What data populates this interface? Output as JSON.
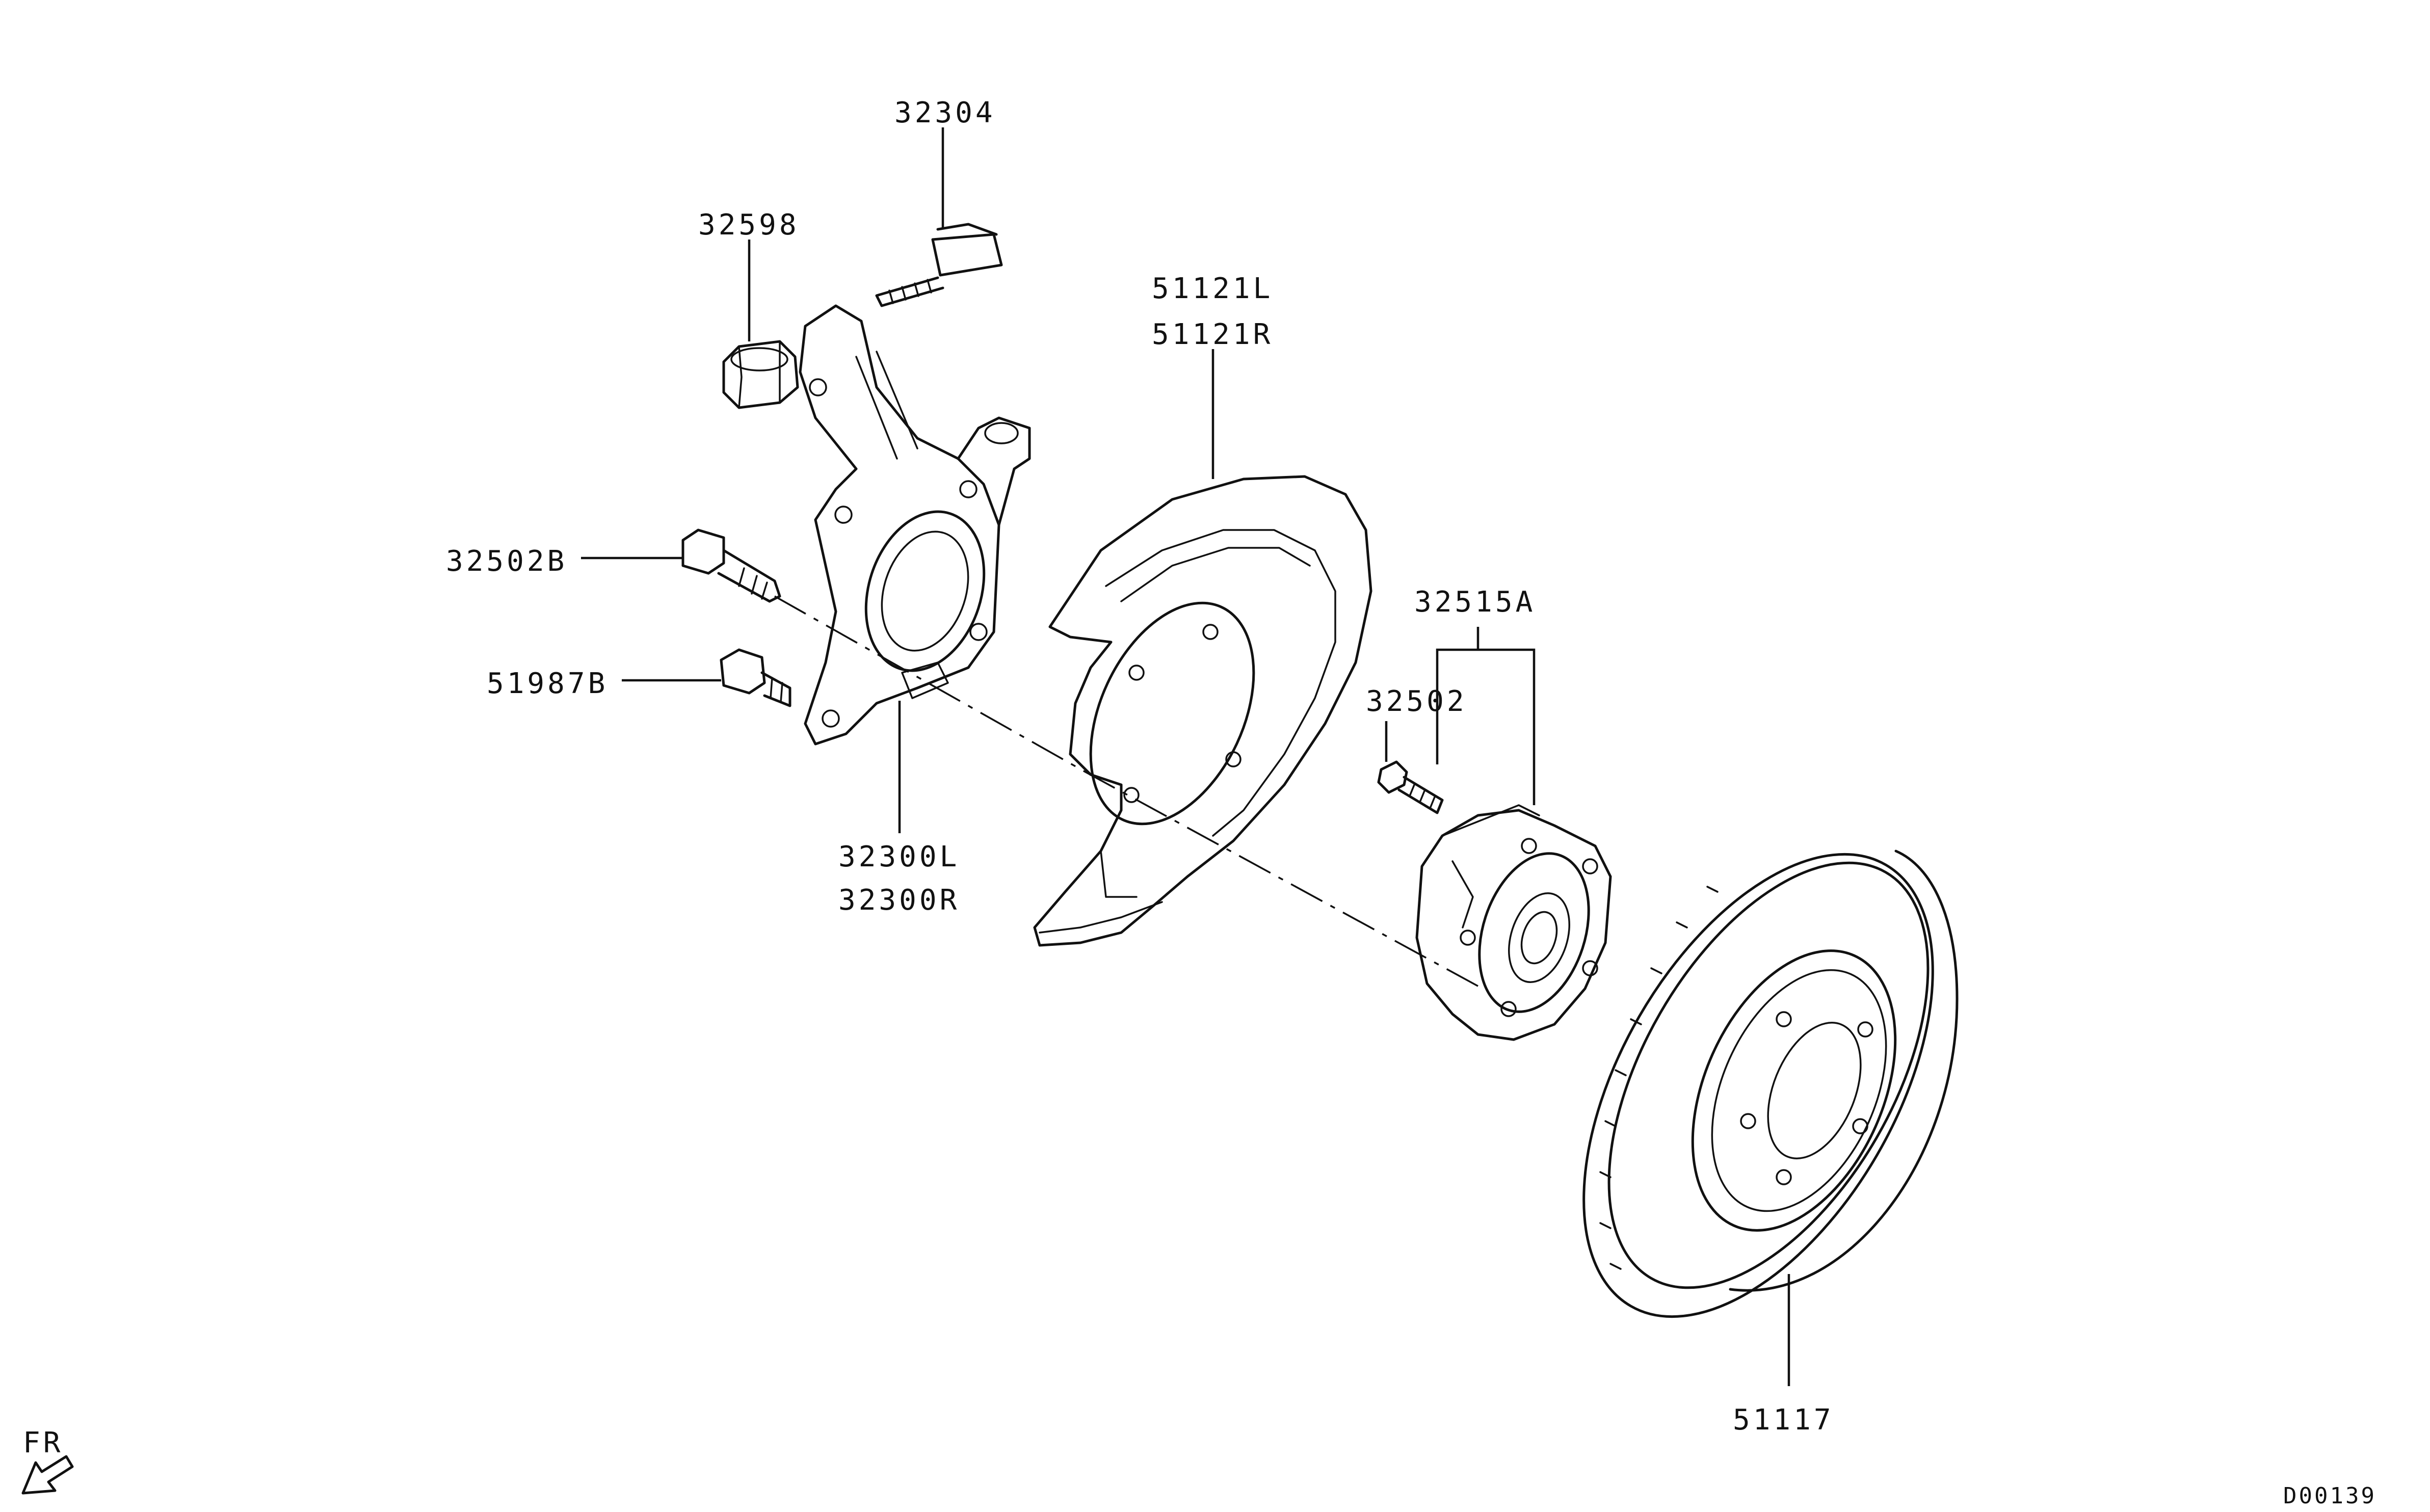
{
  "labels": {
    "p32304": "32304",
    "p32598": "32598",
    "p51121L": "51121L",
    "p51121R": "51121R",
    "p32502B": "32502B",
    "p51987B": "51987B",
    "p32300L": "32300L",
    "p32300R": "32300R",
    "p32515A": "32515A",
    "p32502": "32502",
    "p51117": "51117"
  },
  "orientation_mark": "FR",
  "diagram_code": "D00139"
}
